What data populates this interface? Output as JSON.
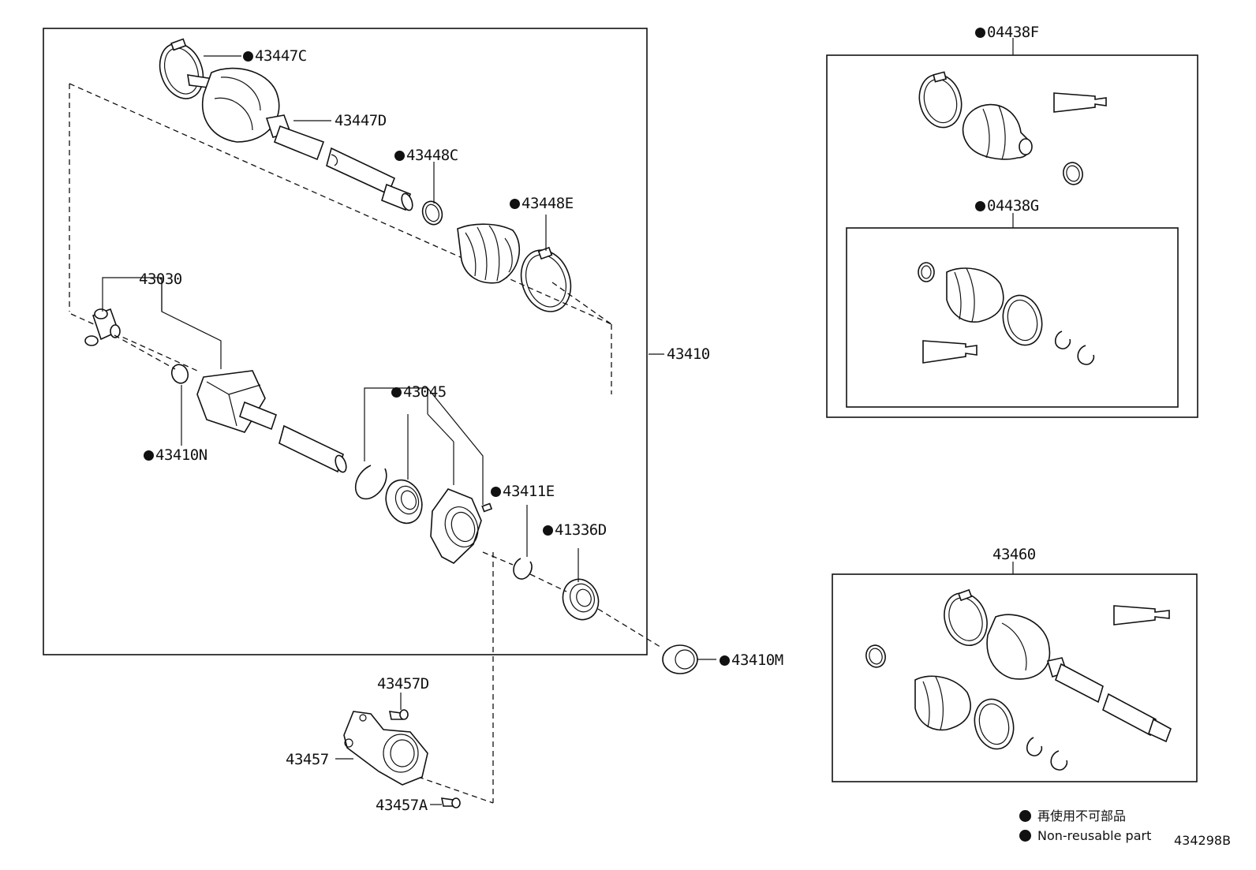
{
  "parts": {
    "p43447C": {
      "code": "43447C",
      "nonreusable": true
    },
    "p43447D": {
      "code": "43447D",
      "nonreusable": false
    },
    "p43448C": {
      "code": "43448C",
      "nonreusable": true
    },
    "p43448E": {
      "code": "43448E",
      "nonreusable": true
    },
    "p43030": {
      "code": "43030",
      "nonreusable": false
    },
    "p43410": {
      "code": "43410",
      "nonreusable": false
    },
    "p43045": {
      "code": "43045",
      "nonreusable": true
    },
    "p43410N": {
      "code": "43410N",
      "nonreusable": true
    },
    "p43411E": {
      "code": "43411E",
      "nonreusable": true
    },
    "p41336D": {
      "code": "41336D",
      "nonreusable": true
    },
    "p43410M": {
      "code": "43410M",
      "nonreusable": true
    },
    "p43457D": {
      "code": "43457D",
      "nonreusable": false
    },
    "p43457": {
      "code": "43457",
      "nonreusable": false
    },
    "p43457A": {
      "code": "43457A",
      "nonreusable": false
    },
    "p04438F": {
      "code": "04438F",
      "nonreusable": true
    },
    "p04438G": {
      "code": "04438G",
      "nonreusable": true
    },
    "p43460": {
      "code": "43460",
      "nonreusable": false
    }
  },
  "legend": {
    "japanese": "再使用不可部品",
    "english": "Non-reusable part"
  },
  "figure_id": "434298B"
}
